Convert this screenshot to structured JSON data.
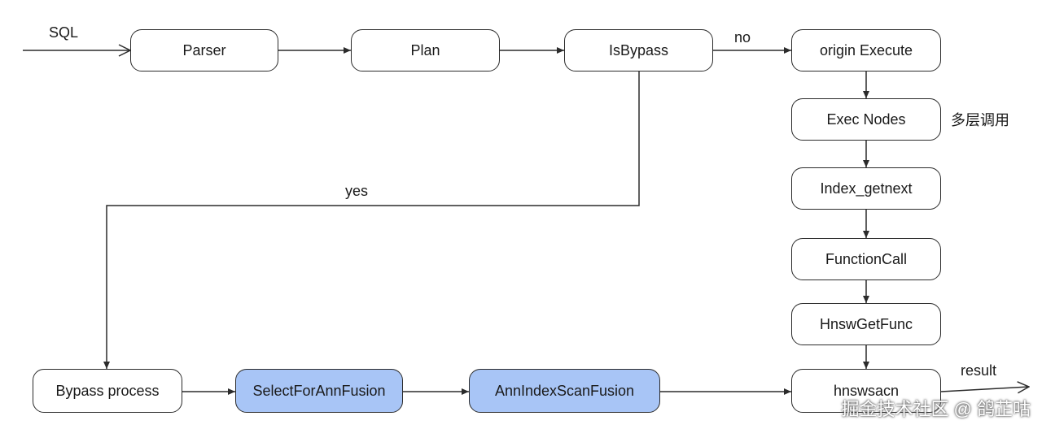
{
  "nodes": {
    "parser": "Parser",
    "plan": "Plan",
    "isbypass": "IsBypass",
    "origin_execute": "origin Execute",
    "exec_nodes": "Exec Nodes",
    "index_getnext": "Index_getnext",
    "function_call": "FunctionCall",
    "hnsw_get_func": "HnswGetFunc",
    "hnswsacn": "hnswsacn",
    "bypass_process": "Bypass process",
    "select_for_ann_fusion": "SelectForAnnFusion",
    "ann_index_scan_fusion": "AnnIndexScanFusion"
  },
  "labels": {
    "sql": "SQL",
    "no": "no",
    "yes": "yes",
    "multi_layer_call": "多层调用",
    "result": "result"
  },
  "watermark": "掘金技术社区 @ 鸽芷咕",
  "colors": {
    "highlight_fill": "#a8c5f6",
    "stroke": "#2b2b2b"
  }
}
